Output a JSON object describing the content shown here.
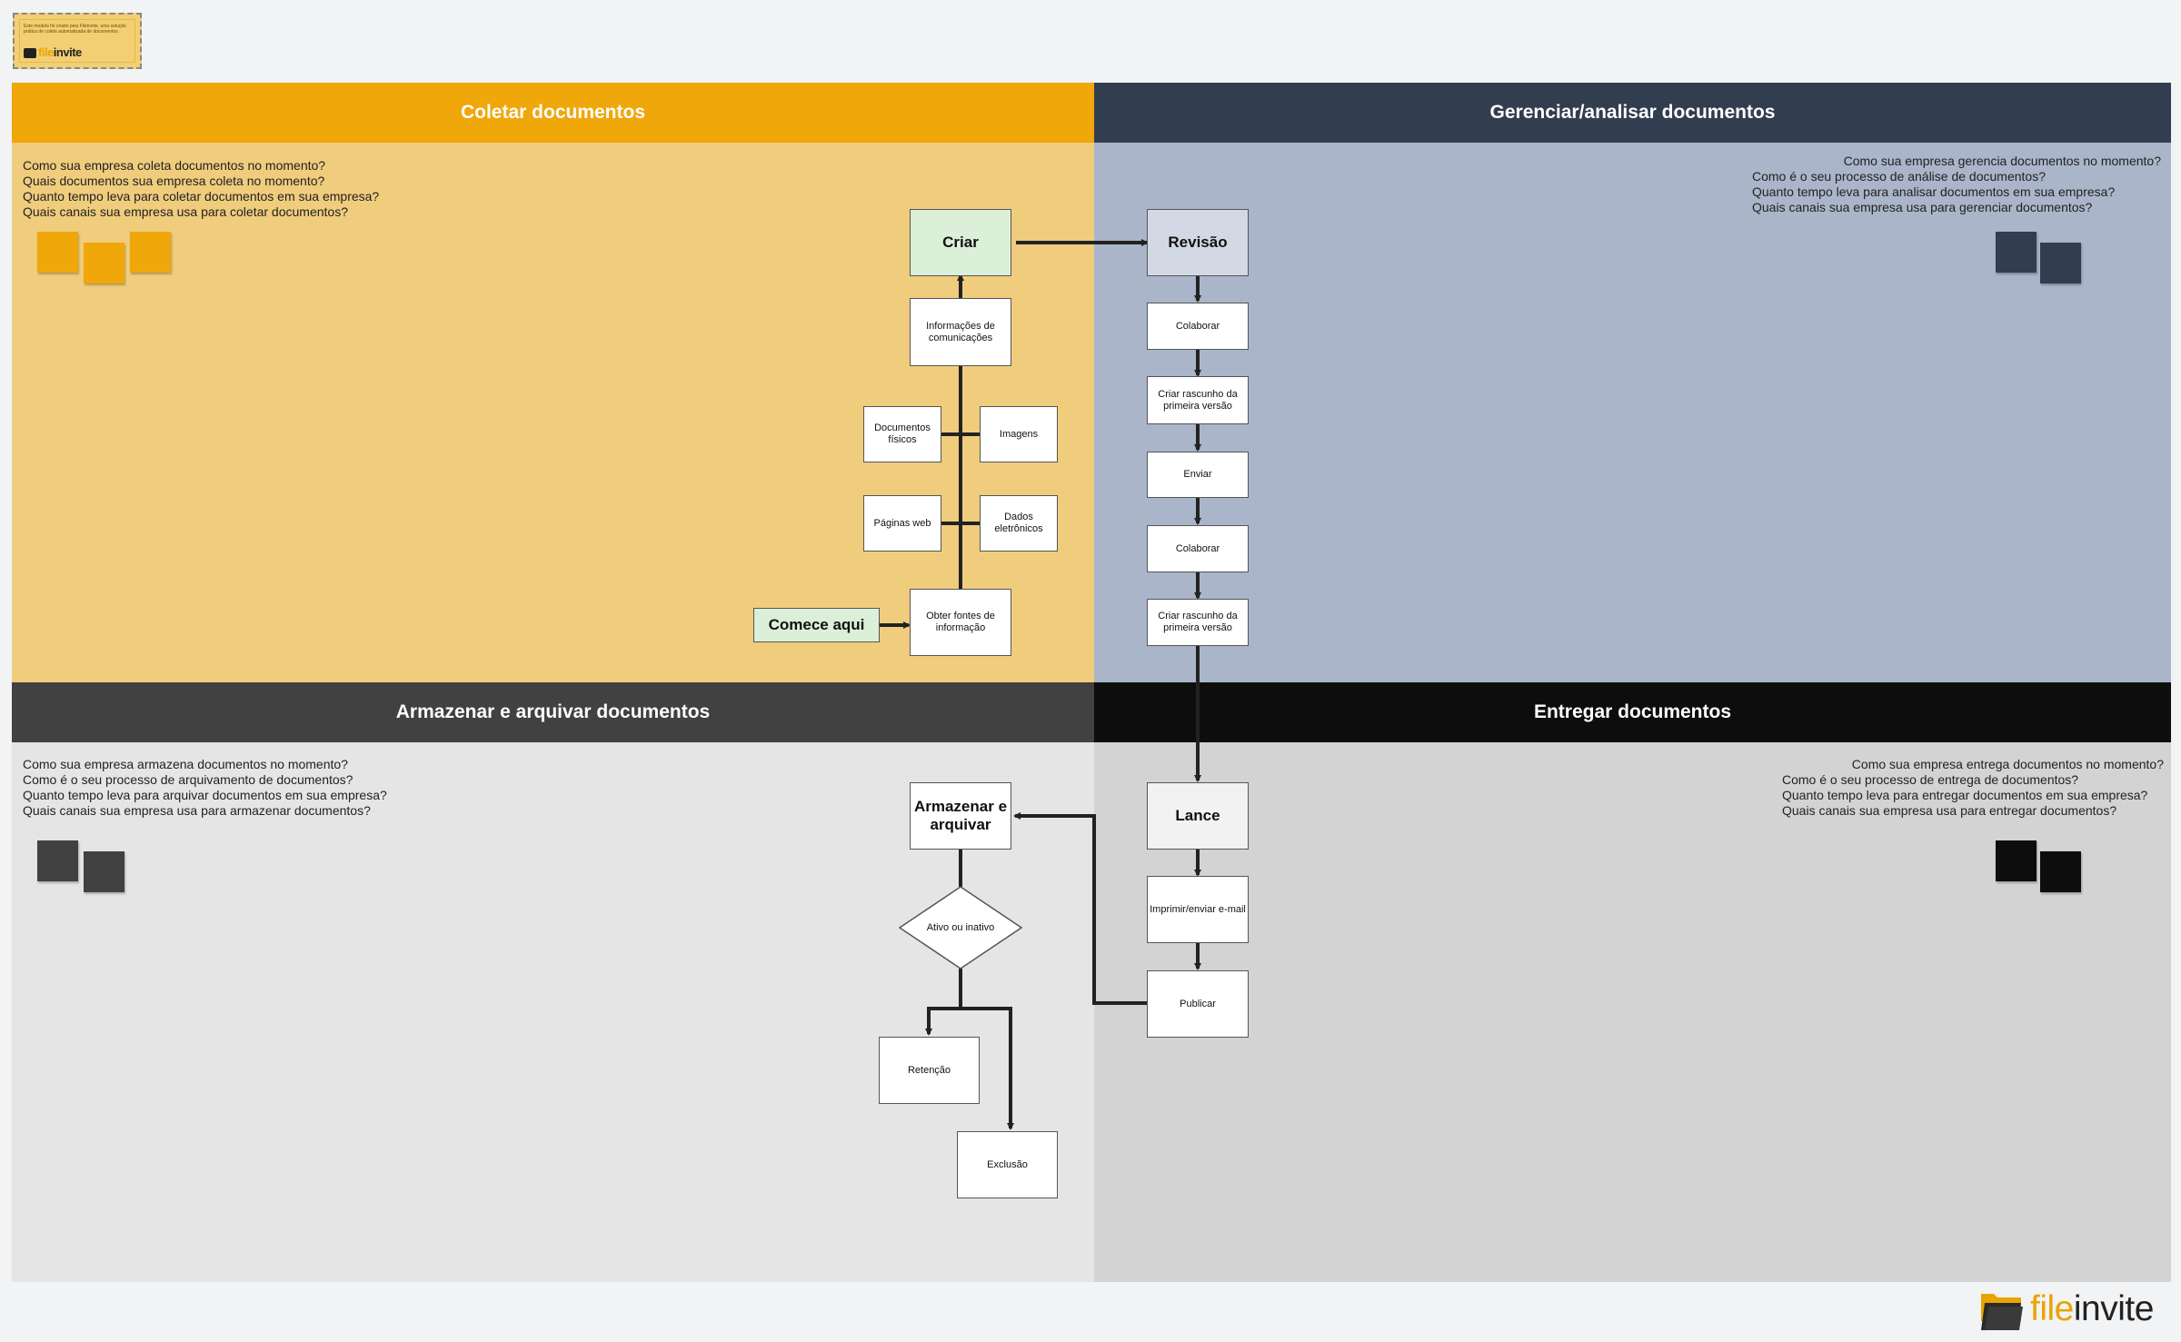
{
  "logo": {
    "small_text": "Este modelo foi criado pela FileInvite, uma solução prática de coleta automatizada de documentos.",
    "word_part1": "file",
    "word_part2": "invite"
  },
  "quadrants": {
    "collect": {
      "title": "Coletar documentos",
      "questions": [
        "Como sua empresa coleta documentos no momento?",
        "Quais documentos sua empresa coleta no momento?",
        "Quanto tempo leva para coletar documentos em sua empresa?",
        "Quais canais sua empresa usa para coletar documentos?"
      ],
      "header_color": "#f0a70a",
      "body_color": "#f0cc7d"
    },
    "manage": {
      "title": "Gerenciar/analisar documentos",
      "questions": [
        "Como sua empresa gerencia documentos no momento?",
        "Como é o seu processo de análise de documentos?",
        "Quanto tempo leva para analisar documentos em sua empresa?",
        "Quais canais sua empresa usa para gerenciar documentos?"
      ],
      "header_color": "#323d50",
      "body_color": "#aab5c9"
    },
    "store": {
      "title": "Armazenar e arquivar documentos",
      "questions": [
        "Como sua empresa armazena documentos no momento?",
        "Como é o seu processo de arquivamento de documentos?",
        "Quanto tempo leva para arquivar documentos em sua empresa?",
        "Quais canais sua empresa usa para armazenar documentos?"
      ],
      "header_color": "#414141",
      "body_color": "#e5e5e5"
    },
    "deliver": {
      "title": "Entregar documentos",
      "questions": [
        "Como sua empresa entrega documentos no momento?",
        "Como é o seu processo de entrega de documentos?",
        "Quanto tempo leva para entregar documentos em sua empresa?",
        "Quais canais sua empresa usa para entregar documentos?"
      ],
      "header_color": "#0d0d0d",
      "body_color": "#d3d3d3"
    }
  },
  "flow": {
    "start": "Comece aqui",
    "obter": "Obter fontes de informação",
    "paginas": "Páginas web",
    "dados": "Dados eletrônicos",
    "documentos": "Documentos físicos",
    "imagens": "Imagens",
    "informacoes": "Informações de comunicações",
    "criar": "Criar",
    "revisao": "Revisão",
    "colaborar1": "Colaborar",
    "rascunho1": "Criar rascunho da primeira versão",
    "enviar": "Enviar",
    "colaborar2": "Colaborar",
    "rascunho2": "Criar rascunho da primeira versão",
    "lance": "Lance",
    "imprimir": "Imprimir/enviar e-mail",
    "publicar": "Publicar",
    "armazenar": "Armazenar e arquivar",
    "ativo": "Ativo ou inativo",
    "retencao": "Retenção",
    "exclusao": "Exclusão"
  },
  "colors": {
    "background": "#f1f3f5",
    "start_fill": "#dcefd8",
    "revisao_fill": "#d3d9e4",
    "lance_fill": "#f2f2f2",
    "connector": "#222222",
    "sticky_yellow": "#f0a70a",
    "sticky_navy": "#323d50",
    "sticky_grey": "#414141",
    "sticky_black": "#0d0d0d"
  }
}
